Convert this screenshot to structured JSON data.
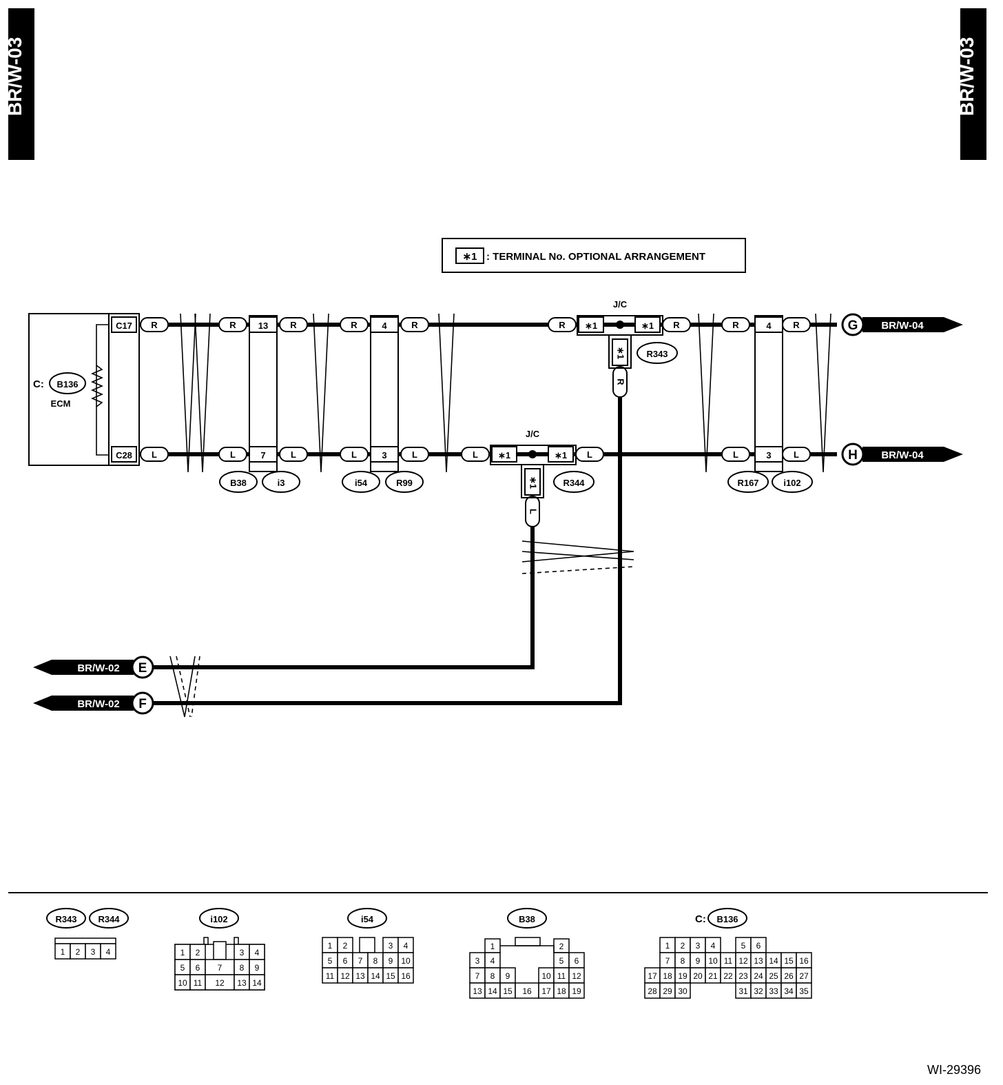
{
  "page_tabs": {
    "left": "BR/W-03",
    "right": "BR/W-03"
  },
  "legend": {
    "symbol": "∗1",
    "text": ": TERMINAL No. OPTIONAL ARRANGEMENT"
  },
  "ecm": {
    "connector": "B136",
    "prefix": "C:",
    "label": "ECM",
    "pin_top": "C17",
    "pin_bottom": "C28"
  },
  "wire_color_r": "R",
  "wire_color_l": "L",
  "junction": {
    "label": "J/C",
    "terminal": "∗1"
  },
  "connectors_top": {
    "i3_pin": "13",
    "r99_pin": "4",
    "i102_pin": "4"
  },
  "connectors_bottom": {
    "i3_pin": "7",
    "r99_pin": "3",
    "i102_pin": "3"
  },
  "connector_ids": [
    "B38",
    "i3",
    "i54",
    "R99",
    "R344",
    "R343",
    "R167",
    "i102"
  ],
  "terminals": {
    "G": {
      "letter": "G",
      "target": "BR/W-04"
    },
    "H": {
      "letter": "H",
      "target": "BR/W-04"
    },
    "E": {
      "letter": "E",
      "target": "BR/W-02"
    },
    "F": {
      "letter": "F",
      "target": "BR/W-02"
    }
  },
  "face_views": {
    "r343_r344": {
      "ids": [
        "R343",
        "R344"
      ],
      "pins": [
        "1",
        "2",
        "3",
        "4"
      ]
    },
    "i102": {
      "id": "i102",
      "rows": [
        [
          "1",
          "2",
          "",
          "3",
          "4"
        ],
        [
          "5",
          "6",
          "7",
          "8",
          "9"
        ],
        [
          "10",
          "11",
          "12",
          "13",
          "14"
        ]
      ]
    },
    "i54": {
      "id": "i54",
      "rows": [
        [
          "1",
          "2",
          "",
          "3",
          "4"
        ],
        [
          "5",
          "6",
          "7",
          "8",
          "9",
          "10"
        ],
        [
          "11",
          "12",
          "13",
          "14",
          "15",
          "16"
        ]
      ]
    },
    "b38": {
      "id": "B38",
      "rows": [
        [
          "1",
          "2"
        ],
        [
          "3",
          "4",
          "5",
          "6"
        ],
        [
          "7",
          "8",
          "9",
          "10",
          "11",
          "12"
        ],
        [
          "13",
          "14",
          "15",
          "16",
          "17",
          "18",
          "19"
        ]
      ]
    },
    "b136": {
      "id": "B136",
      "prefix": "C:",
      "rows": [
        [
          "1",
          "2",
          "3",
          "4",
          "5",
          "6"
        ],
        [
          "7",
          "8",
          "9",
          "10",
          "11",
          "12",
          "13",
          "14",
          "15",
          "16"
        ],
        [
          "17",
          "18",
          "19",
          "20",
          "21",
          "22",
          "23",
          "24",
          "25",
          "26",
          "27"
        ],
        [
          "28",
          "29",
          "30",
          "31",
          "32",
          "33",
          "34",
          "35"
        ]
      ]
    }
  },
  "figure_id": "WI-29396"
}
